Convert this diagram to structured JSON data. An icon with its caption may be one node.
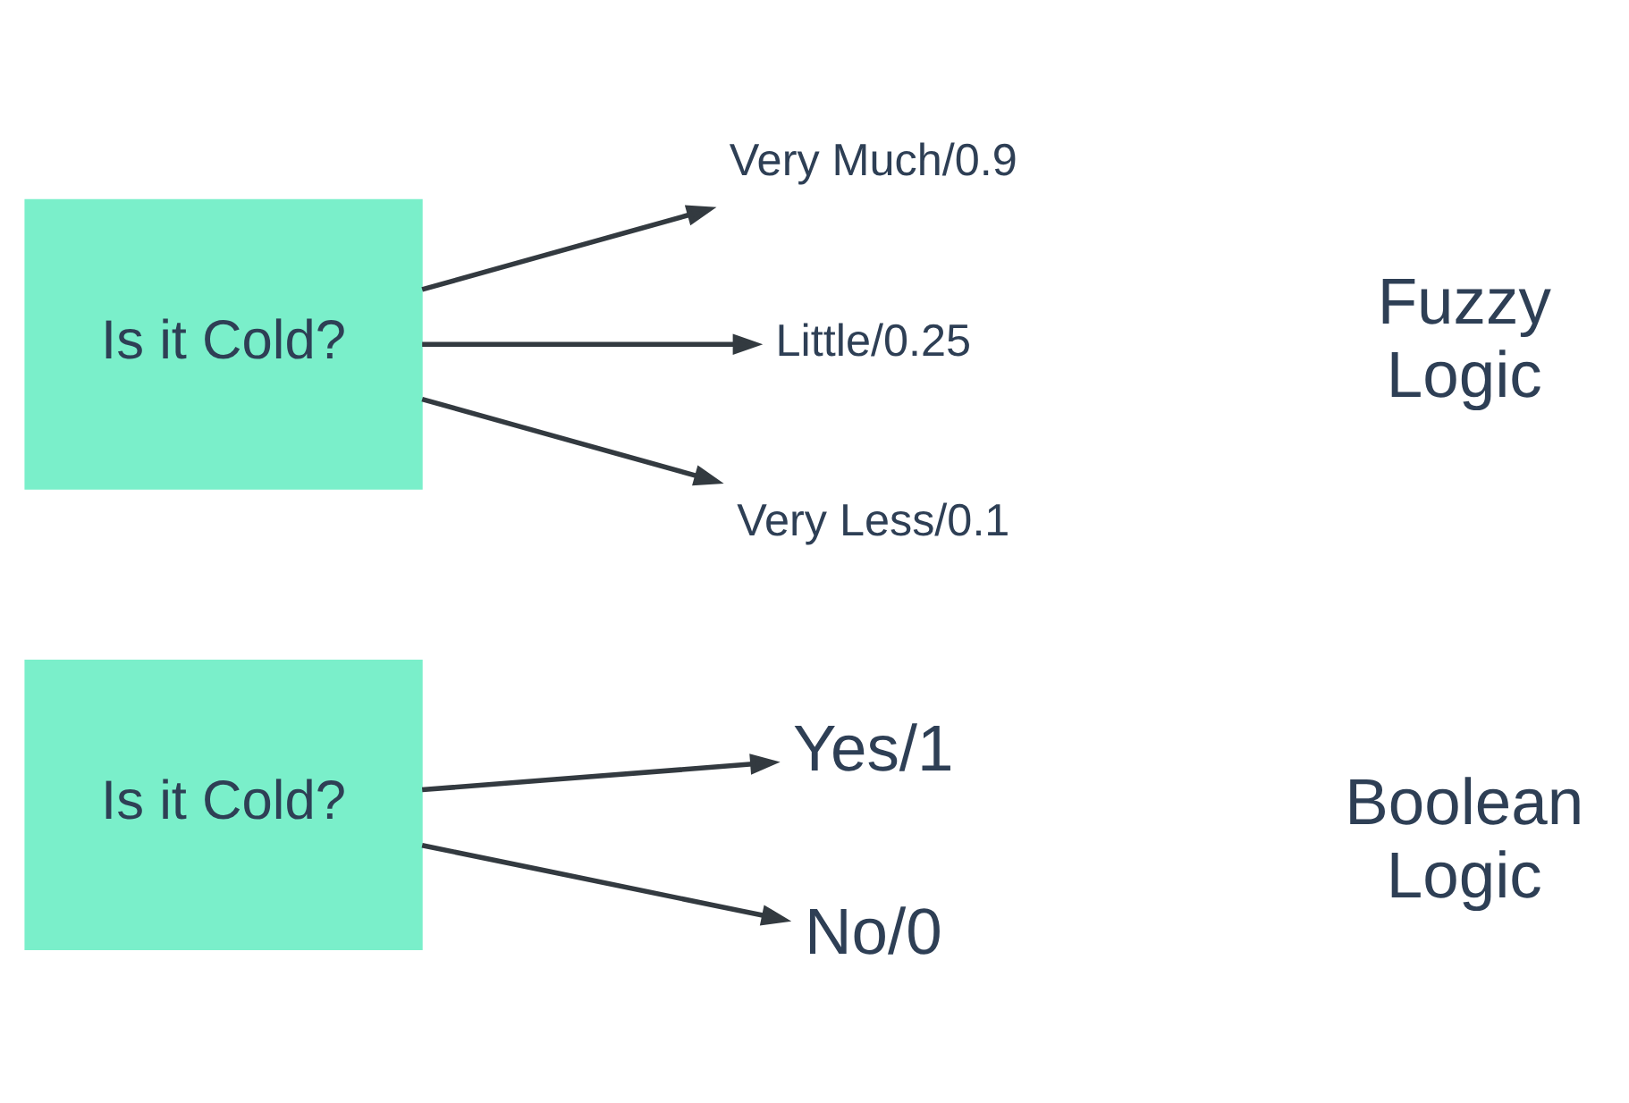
{
  "diagram": {
    "nodes": [
      {
        "text": [
          "Is it Cold?"
        ]
      },
      {
        "text": [
          "Yes/1"
        ]
      },
      {
        "text": [
          "No/0"
        ]
      },
      {
        "text": [
          "Is it Cold?"
        ]
      },
      {
        "text": [
          "Very Much/0.9"
        ]
      },
      {
        "text": [
          "Little/0.25"
        ]
      },
      {
        "text": [
          "Very Less/0.1"
        ]
      }
    ],
    "edges": [
      {
        "from": 0,
        "to": 1,
        "arrow": "to"
      },
      {
        "from": 0,
        "to": 2,
        "arrow": "to"
      },
      {
        "from": 3,
        "to": 4,
        "arrow": "to"
      },
      {
        "from": 3,
        "to": 5,
        "arrow": "to"
      },
      {
        "from": 3,
        "to": 6,
        "arrow": "to"
      }
    ],
    "labels": [
      "Boolean Logic",
      "Fuzzy Logic"
    ]
  }
}
